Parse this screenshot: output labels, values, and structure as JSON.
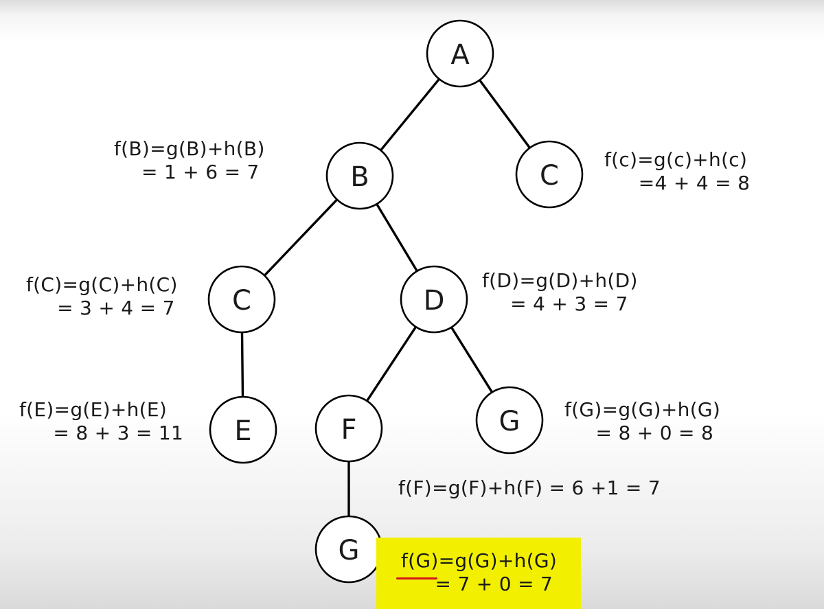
{
  "diagram": {
    "nodes": [
      {
        "id": "n-a",
        "label": "A"
      },
      {
        "id": "n-b",
        "label": "B"
      },
      {
        "id": "n-c-top",
        "label": "C"
      },
      {
        "id": "n-c-mid",
        "label": "C"
      },
      {
        "id": "n-d",
        "label": "D"
      },
      {
        "id": "n-e",
        "label": "E"
      },
      {
        "id": "n-f",
        "label": "F"
      },
      {
        "id": "n-g-right",
        "label": "G"
      },
      {
        "id": "n-g-bottom",
        "label": "G"
      }
    ],
    "edges": [
      {
        "from": "n-a",
        "to": "n-b"
      },
      {
        "from": "n-a",
        "to": "n-c-top"
      },
      {
        "from": "n-b",
        "to": "n-c-mid"
      },
      {
        "from": "n-b",
        "to": "n-d"
      },
      {
        "from": "n-c-mid",
        "to": "n-e"
      },
      {
        "from": "n-d",
        "to": "n-f"
      },
      {
        "from": "n-d",
        "to": "n-g-right"
      },
      {
        "from": "n-f",
        "to": "n-g-bottom"
      }
    ]
  },
  "annotations": {
    "b": {
      "formula": "f(B)=g(B)+h(B)",
      "value": "= 1 + 6 = 7"
    },
    "c_top": {
      "formula": "f(c)=g(c)+h(c)",
      "value": "=4 + 4 = 8"
    },
    "c_mid": {
      "formula": "f(C)=g(C)+h(C)",
      "value": "= 3 + 4 = 7"
    },
    "d": {
      "formula": "f(D)=g(D)+h(D)",
      "value": "= 4 + 3 = 7"
    },
    "e": {
      "formula": "f(E)=g(E)+h(E)",
      "value": "= 8 + 3 = 11"
    },
    "g_right": {
      "formula": "f(G)=g(G)+h(G)",
      "value": "= 8 + 0 = 8"
    },
    "f": {
      "formula": "f(F)=g(F)+h(F) = 6 +1 = 7"
    },
    "g_goal": {
      "formula": "f(G)=g(G)+h(G)",
      "value": "= 7 + 0 = 7"
    }
  },
  "colors": {
    "highlight": "#f2f000",
    "underline": "#d4141e",
    "stroke": "#000000"
  }
}
